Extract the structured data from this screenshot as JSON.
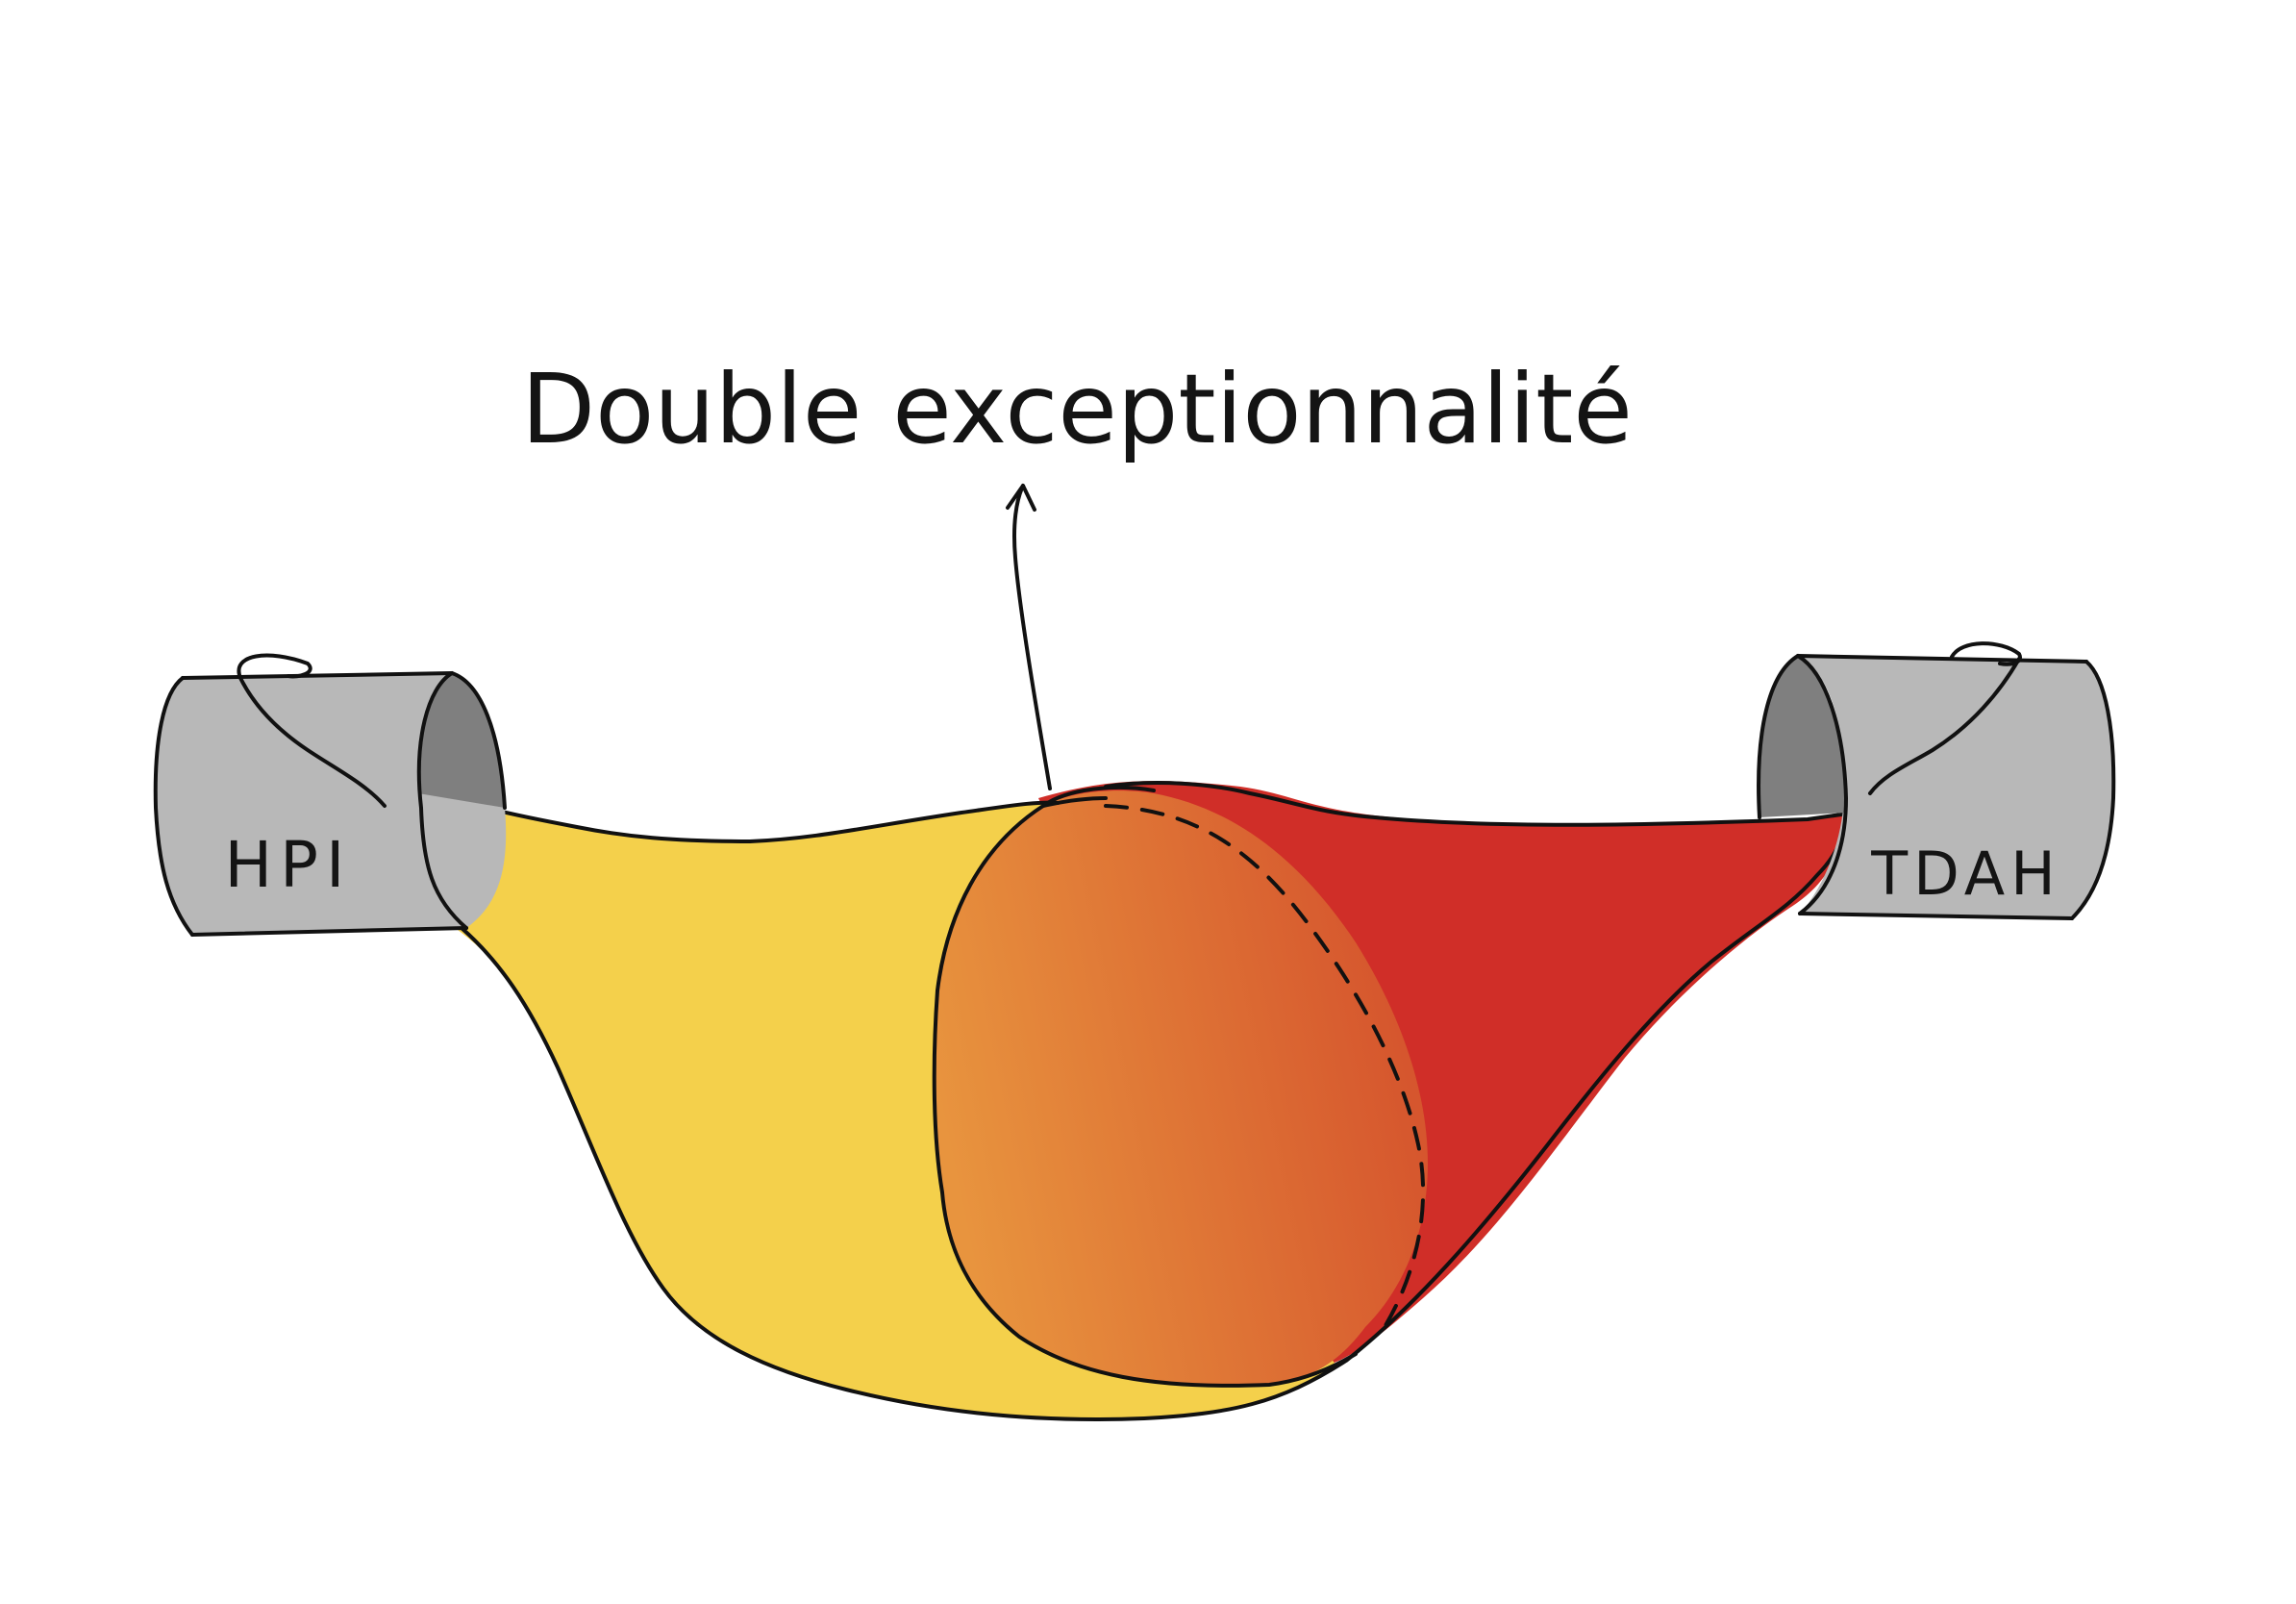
{
  "title": "Double exceptionnalité",
  "left_tube": {
    "label": "HPI"
  },
  "right_tube": {
    "label": "TDAH"
  },
  "colors": {
    "background": "#ffffff",
    "left_fabric": "#f4d04b",
    "right_fabric": "#d02e28",
    "overlap_start": "#e8943e",
    "overlap_end": "#d4502c",
    "tube_body": "#b8b8b8",
    "tube_inner": "#7f7f7f",
    "outline": "#111111"
  }
}
